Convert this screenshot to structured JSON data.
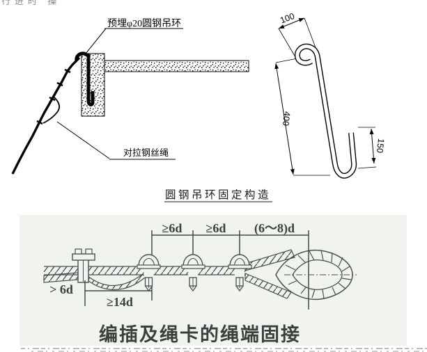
{
  "header_fragment": "行进时 操",
  "fig1": {
    "label_embedded_ring": "预埋φ20圆钢吊环",
    "label_tie_rope": "对拉钢丝绳",
    "caption": "圆钢吊环固定构造",
    "dim_top": "100",
    "dim_left": "400",
    "dim_right": "150"
  },
  "fig2": {
    "dim_6d_1": "≥6d",
    "dim_6d_2": "≥6d",
    "dim_68d": "(6～8)d",
    "dim_gt6d": "> 6d",
    "dim_14d": "≥14d",
    "caption": "编插及绳卡的绳端固接"
  },
  "colors": {
    "ink": "#000000",
    "scan_line": "#46524d",
    "scan_text": "#37423d",
    "scan_bg": "#f1f3ef"
  }
}
